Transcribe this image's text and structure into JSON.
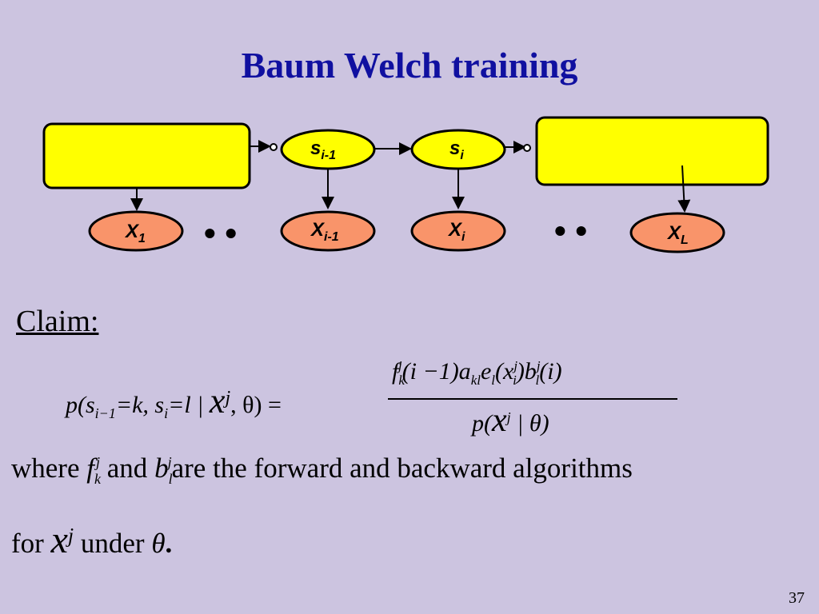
{
  "title": "Baum Welch training",
  "diagram": {
    "colors": {
      "yellow_box": "#ffff00",
      "state_node": "#ffff00",
      "emission_node": "#f9946a",
      "stroke": "#000000"
    },
    "states": [
      {
        "letter": "s",
        "sub": "i-1"
      },
      {
        "letter": "s",
        "sub": "i"
      }
    ],
    "emissions": [
      {
        "letter": "X",
        "sub": "1"
      },
      {
        "letter": "X",
        "sub": "i-1"
      },
      {
        "letter": "X",
        "sub": "i"
      },
      {
        "letter": "X",
        "sub": "L"
      }
    ],
    "ellipsis": "• •"
  },
  "claim_label": "Claim:",
  "formula": {
    "lhs": "p(s",
    "lhs_sub": "i−1",
    "lhs_mid": "=k, s",
    "lhs_sub2": "i",
    "lhs_end": "=l | ",
    "x": "x",
    "x_sup": "j",
    "lhs_tail": ", θ) =",
    "numerator": "f",
    "num_sup": "j",
    "num_sub": "k",
    "num_rest1": "(i −1)a",
    "num_sub2": "kl",
    "num_rest2": "e",
    "num_sub3": "l",
    "num_rest3": "(x",
    "num_sup4": "j",
    "num_sub4": "i",
    "num_rest4": ")b",
    "num_sup5": "j",
    "num_sub5": "l",
    "num_rest5": "(i)",
    "denominator_pre": "p(",
    "denominator_x": "x",
    "denominator_sup": "j",
    "denominator_post": " | θ)"
  },
  "where": {
    "prefix": "where ",
    "f": "f",
    "f_sup": "j",
    "f_sub": "k",
    "and": " and ",
    "b": "b",
    "b_sup": "j",
    "b_sub": "l",
    "suffix": "are the forward and backward algorithms"
  },
  "for_line": {
    "prefix": "for ",
    "x": "x",
    "x_sup": "j",
    "middle": " under ",
    "theta": "θ",
    "end": "."
  },
  "page_number": "37"
}
